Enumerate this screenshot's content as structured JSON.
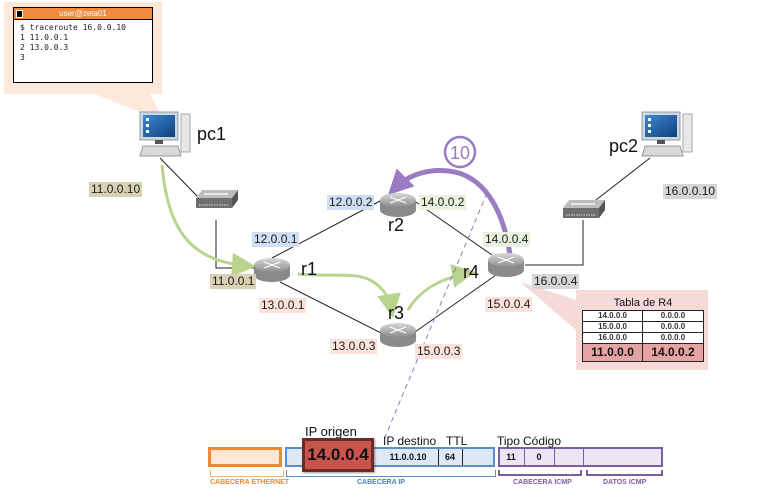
{
  "terminal": {
    "title": "user@zeta01",
    "lines": [
      "$ traceroute 16.0.0.10",
      "1 11.0.0.1",
      "2 13.0.0.3",
      "3"
    ]
  },
  "nodes": {
    "pc1": "pc1",
    "pc2": "pc2",
    "r1": "r1",
    "r2": "r2",
    "r3": "r3",
    "r4": "r4"
  },
  "addresses": {
    "pc1": "11.0.0.10",
    "pc2": "16.0.0.10",
    "r1_lan": "11.0.0.1",
    "r1_r2": "12.0.0.1",
    "r1_r3": "13.0.0.1",
    "r2_r1": "12.0.0.2",
    "r2_r4": "14.0.0.2",
    "r3_r1": "13.0.0.3",
    "r3_r4": "15.0.0.3",
    "r4_r2": "14.0.0.4",
    "r4_r3": "15.0.0.4",
    "r4_lan": "16.0.0.4"
  },
  "step_badge": "10",
  "routing_table": {
    "title": "Tabla de R4",
    "rows": [
      [
        "14.0.0.0",
        "0.0.0.0"
      ],
      [
        "15.0.0.0",
        "0.0.0.0"
      ],
      [
        "16.0.0.0",
        "0.0.0.0"
      ]
    ],
    "highlight_row": [
      "11.0.0.0",
      "14.0.0.2"
    ]
  },
  "packet": {
    "src_label": "IP origen",
    "src_value": "14.0.0.4",
    "dst_label": "IP destino",
    "ttl_label": "TTL",
    "dst_value": "11.0.0.10",
    "ttl_value": "64",
    "tipo_label": "Tipo",
    "codigo_label": "Código",
    "tipo_value": "11",
    "codigo_value": "0",
    "segments": {
      "ethernet": "CABECERA ETHERNET",
      "ip": "CABECERA IP",
      "icmp": "CABECERA ICMP",
      "data": "DATOS ICMP"
    }
  },
  "colors": {
    "ethernet": "#f08a30",
    "ip": "#5b8fc7",
    "icmp": "#7b5ea3",
    "source_highlight": "#c9544b",
    "path": "#b9d48f",
    "return_arrow": "#9b7cc2"
  }
}
